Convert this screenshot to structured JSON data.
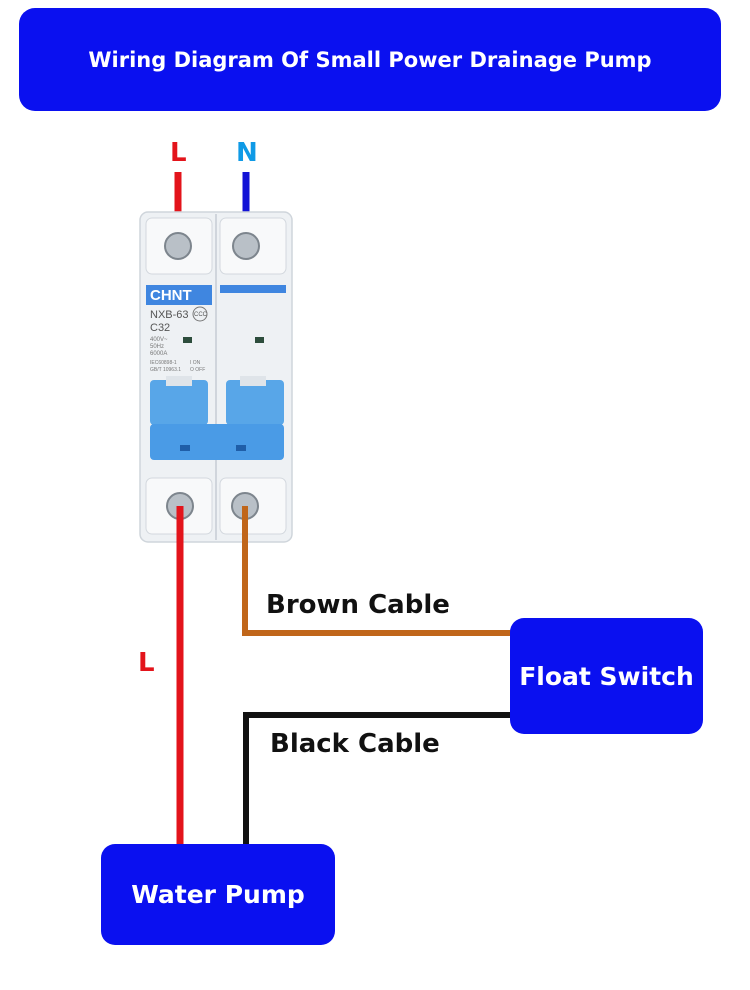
{
  "title": "Wiring Diagram Of Small Power Drainage Pump",
  "terminals": {
    "line": "L",
    "neutral": "N"
  },
  "breaker": {
    "brand": "CHNT",
    "model": "NXB-63",
    "rating": "C32",
    "voltage": "400V~",
    "frequency": "50Hz",
    "capacity": "6000A",
    "standard1": "IEC60898-1",
    "standard2": "GB/T 10963.1",
    "on_label": "I ON",
    "off_label": "O OFF",
    "cert_mark": "CCC",
    "body_color": "#eef1f4",
    "handle_color": "#58a6e8"
  },
  "cables": {
    "line_label": "L",
    "brown_label": "Brown Cable",
    "black_label": "Black Cable",
    "line_color": "#e3141b",
    "neutral_color": "#1313d6",
    "brown_color": "#c0661a",
    "black_color": "#111111"
  },
  "float_switch": "Float Switch",
  "water_pump": "Water Pump",
  "colors": {
    "box": "#0a10f0",
    "box_text": "#ffffff"
  }
}
